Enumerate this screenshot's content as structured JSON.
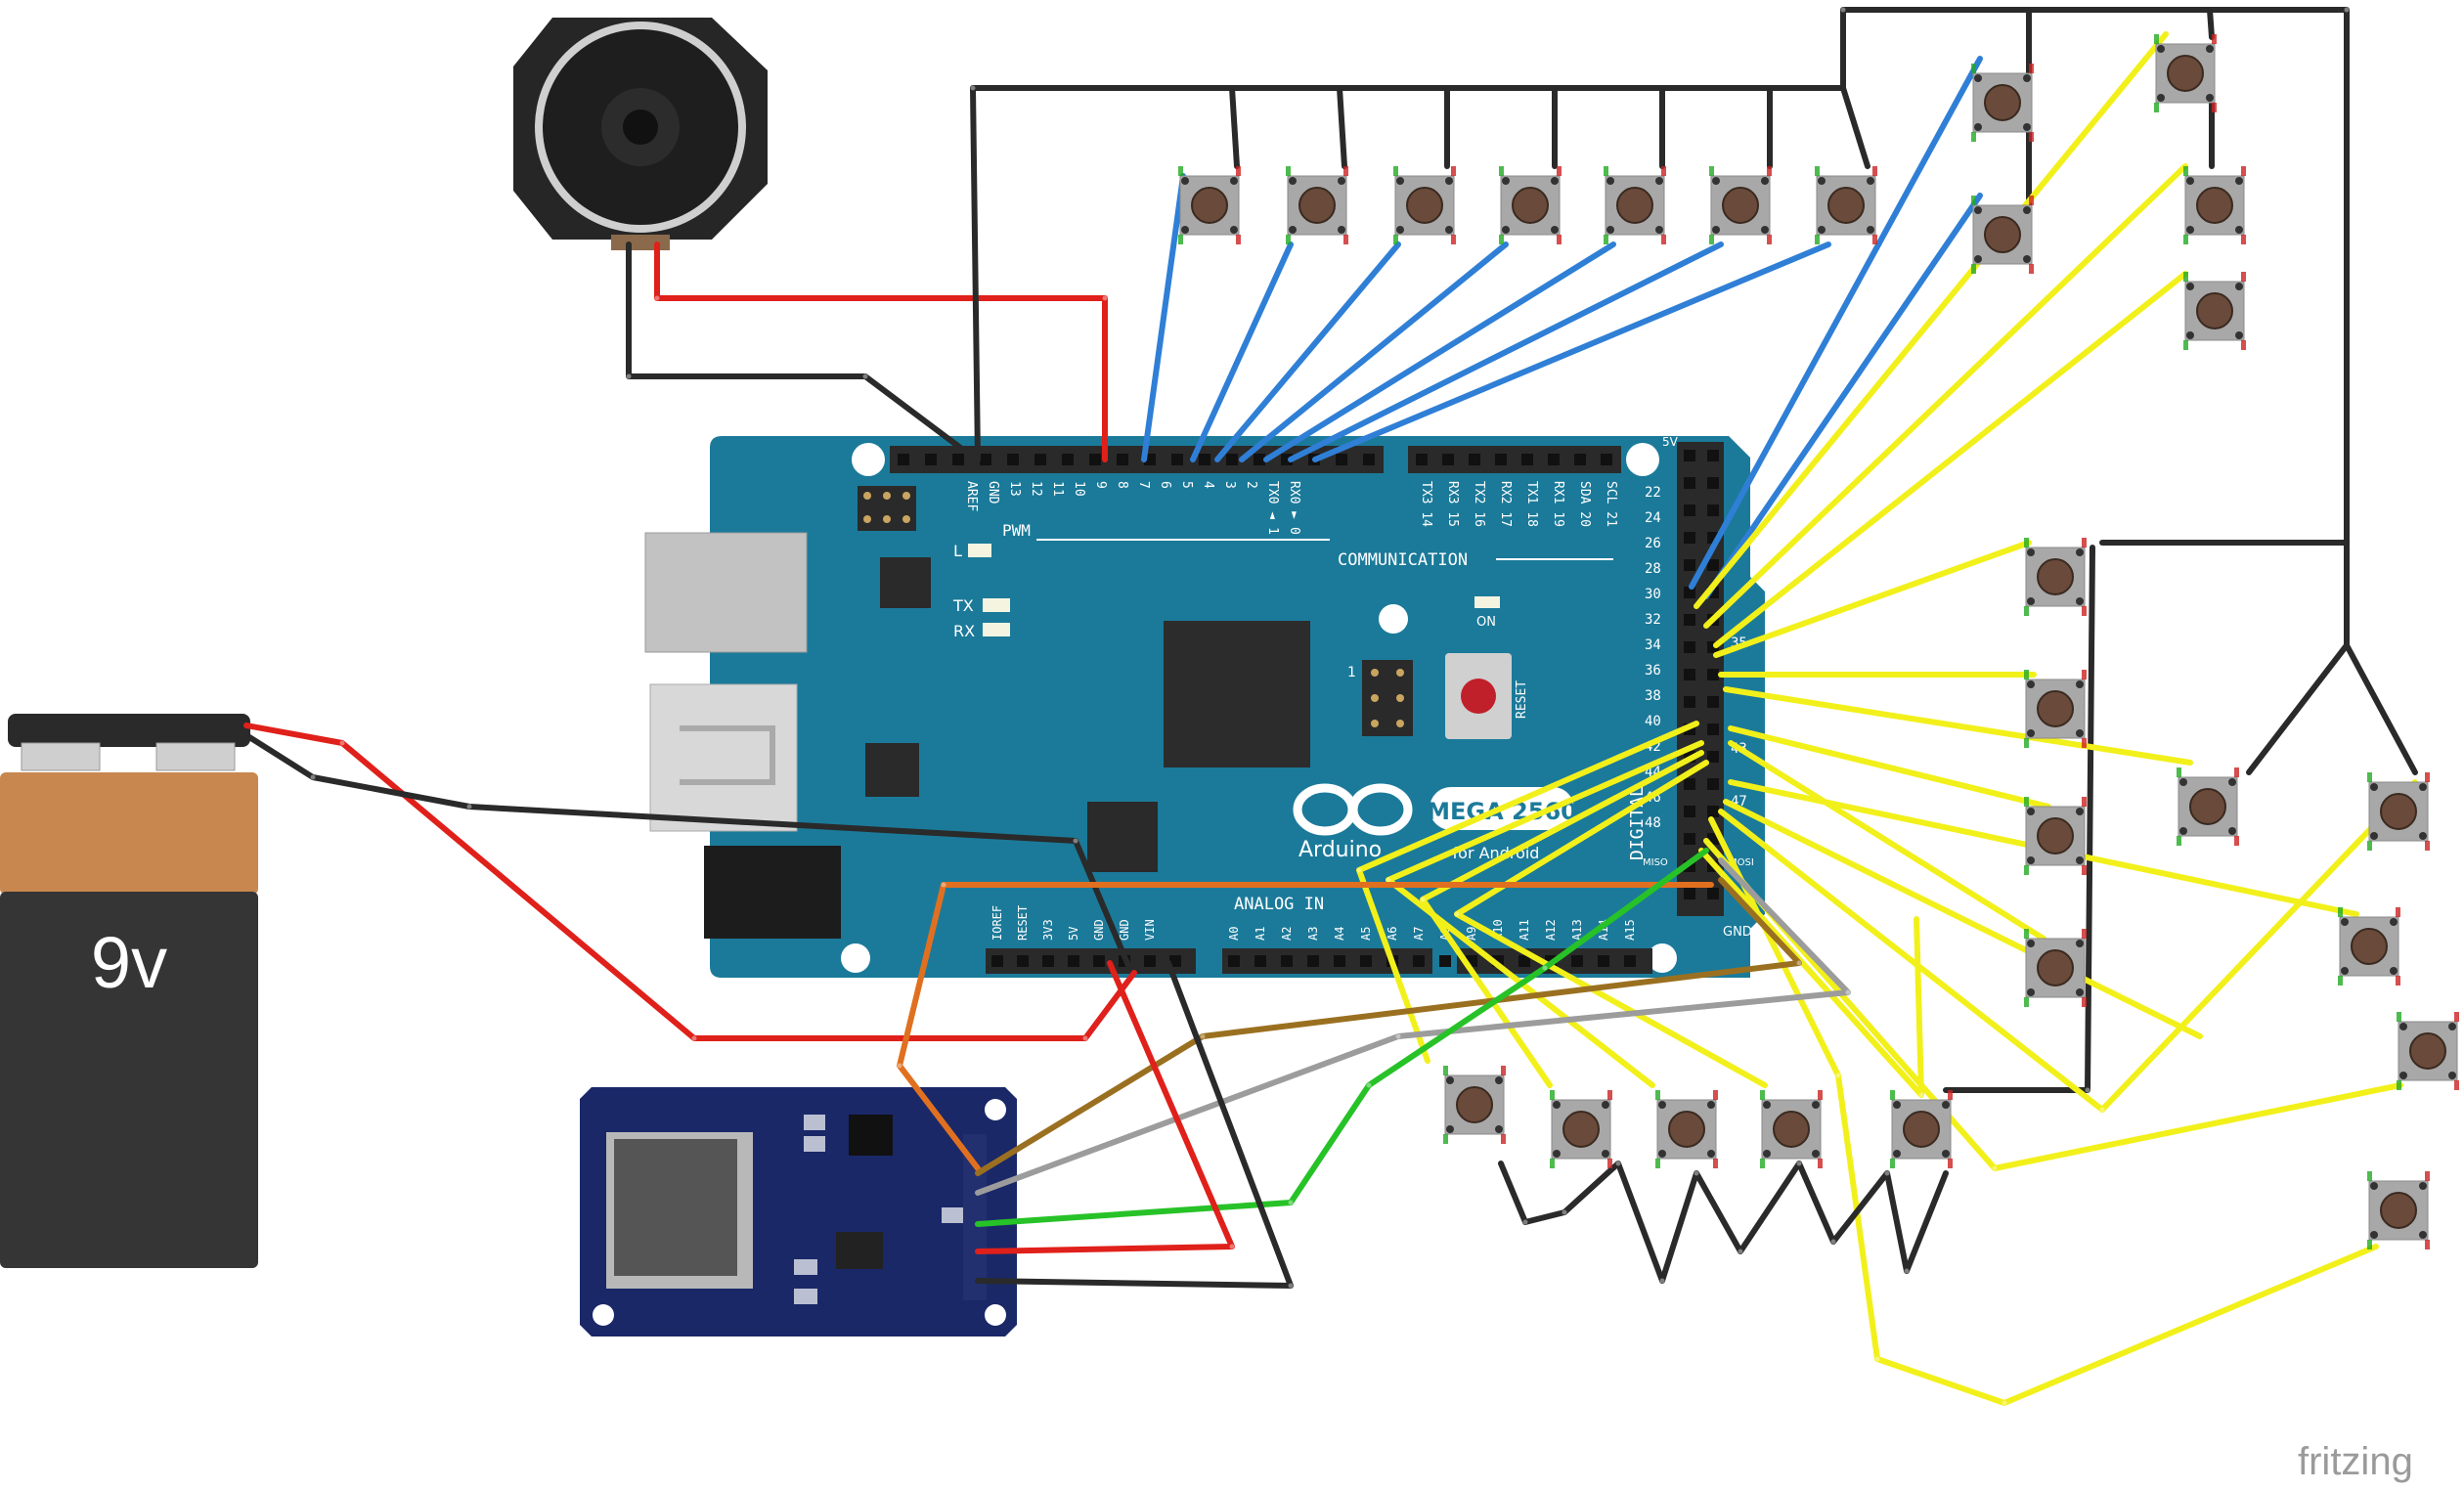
{
  "watermark": "fritzing",
  "battery": {
    "label": "9v"
  },
  "arduino": {
    "logo_text": "Arduino",
    "model": "MEGA 2560",
    "sub": "for Android",
    "pwm": "PWM",
    "communication": "COMMUNICATION",
    "analog_in": "ANALOG IN",
    "digital": "DIGITAL",
    "on": "ON",
    "reset": "RESET",
    "led_l": "L",
    "tx": "TX",
    "rx": "RX",
    "five_v": "5V",
    "gnd": "GND",
    "miso": "MISO",
    "mosi": "MOSI",
    "icsp_1": "1",
    "top_header_labels": [
      "AREF",
      "GND",
      "13",
      "12",
      "11",
      "10",
      "9",
      "8",
      "7",
      "6",
      "5",
      "4",
      "3",
      "2",
      "TX0 ◄ 1",
      "RX0 ► 0",
      "TX3 14",
      "RX3 15",
      "TX2 16",
      "RX2 17",
      "TX1 18",
      "RX1 19",
      "SDA 20",
      "SCL 21"
    ],
    "right_header_labels": [
      "22",
      "24",
      "26",
      "28",
      "30",
      "32",
      "34",
      "36",
      "38",
      "40",
      "42",
      "44",
      "46",
      "48"
    ],
    "right_header_labels_b": [
      "35",
      "43",
      "47"
    ],
    "power_labels": [
      "IOREF",
      "RESET",
      "3V3",
      "5V",
      "GND",
      "GND",
      "VIN"
    ],
    "analog_labels": [
      "A0",
      "A1",
      "A2",
      "A3",
      "A4",
      "A5",
      "A6",
      "A7",
      "A8",
      "A9",
      "A10",
      "A11",
      "A12",
      "A13",
      "A14",
      "A15"
    ]
  },
  "colors": {
    "board": "#1b7a9a",
    "wire_black": "#2a2a2a",
    "wire_red": "#e0201a",
    "wire_blue": "#2f7fd6",
    "wire_yellow": "#f2f01a",
    "wire_green": "#27c227",
    "wire_orange": "#e07020",
    "wire_brown": "#9a7020",
    "wire_gray": "#9c9c9c",
    "sd_board": "#1a2868"
  }
}
